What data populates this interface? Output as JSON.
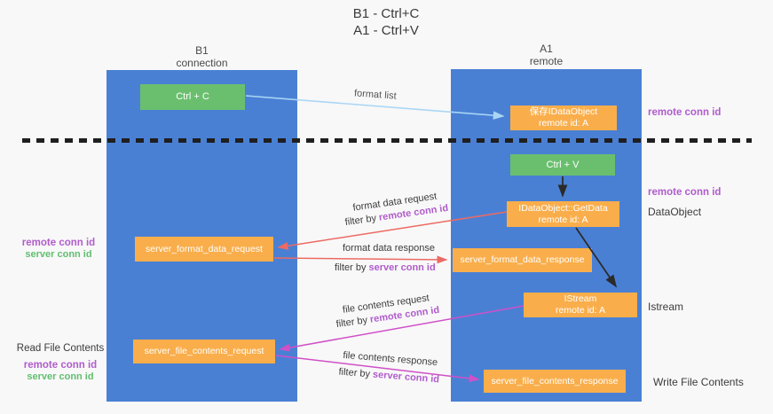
{
  "title": {
    "line1": "B1 - Ctrl+C",
    "line2": "A1 - Ctrl+V"
  },
  "columns": {
    "left": {
      "name": "B1",
      "role": "connection"
    },
    "right": {
      "name": "A1",
      "role": "remote"
    }
  },
  "boxes": {
    "ctrl_c": "Ctrl + C",
    "save_dataobject_line1": "保存IDataObject",
    "save_dataobject_line2": "remote id: A",
    "ctrl_v": "Ctrl + V",
    "getdata_line1": "IDataObject::GetData",
    "getdata_line2": "remote id: A",
    "format_request": "server_format_data_request",
    "format_response": "server_format_data_response",
    "istream_line1": "IStream",
    "istream_line2": "remote id: A",
    "file_request": "server_file_contents_request",
    "file_response": "server_file_contents_response"
  },
  "edge_labels": {
    "format_list": "format list",
    "format_data_request": "format data request",
    "format_data_response": "format data response",
    "file_contents_request": "file contents request",
    "file_contents_response": "file contents response",
    "filter_by": "filter by ",
    "remote_conn_id": "remote conn id",
    "server_conn_id": "server conn id"
  },
  "side_labels": {
    "remote_conn_id": "remote conn id",
    "server_conn_id": "server conn id",
    "dataobject": "DataObject",
    "istream": "Istream",
    "read_file_contents": "Read File Contents",
    "write_file_contents": "Write File Contents"
  },
  "colors": {
    "column_blue": "#4a80d4",
    "box_green": "#6abf6e",
    "box_orange": "#f9ae4b",
    "label_purple": "#b05ccc",
    "label_green": "#5fbf6f",
    "arrow_red": "#ed6a64",
    "arrow_magenta": "#d050c8",
    "arrow_light_blue": "#a9d6f5",
    "arrow_black": "#2b2b2b"
  }
}
